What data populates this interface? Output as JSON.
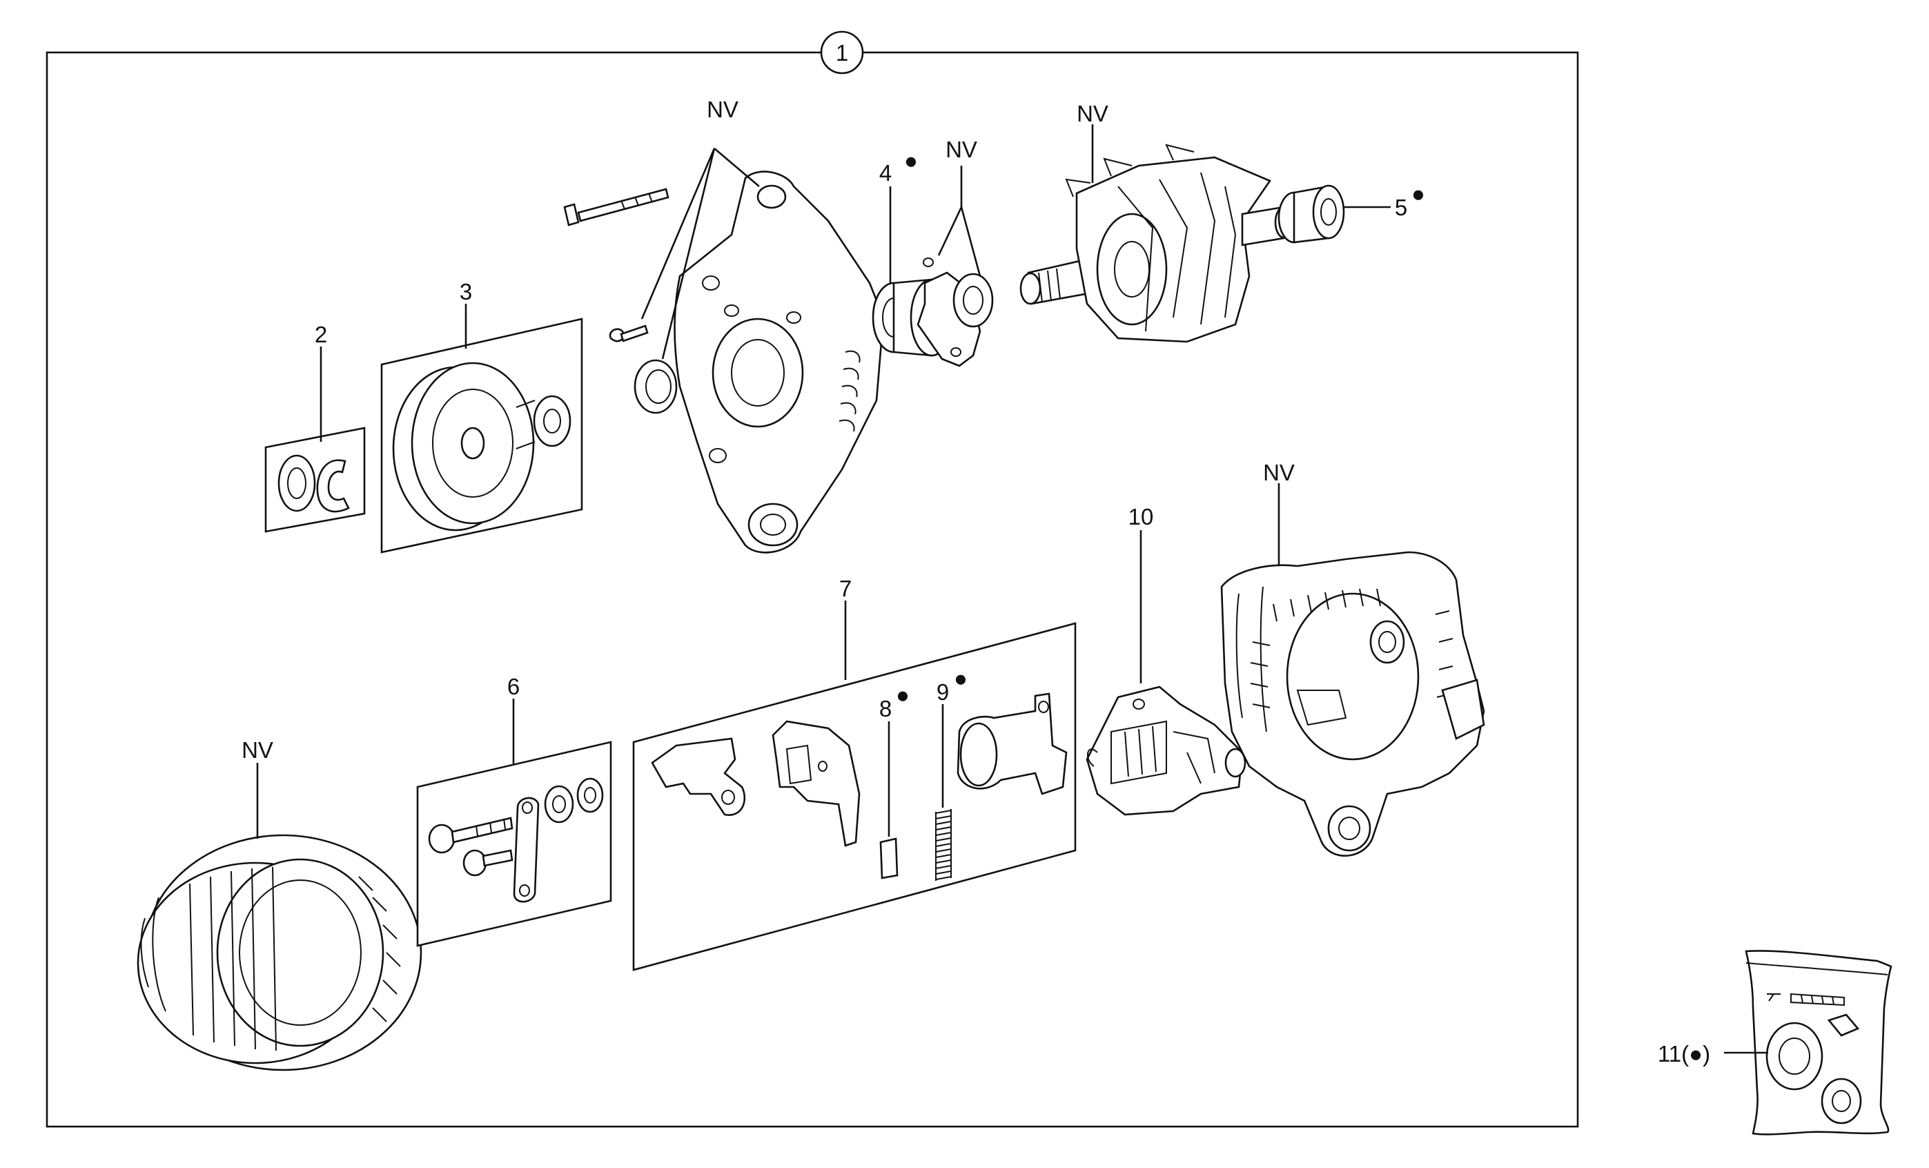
{
  "diagram": {
    "assembly_callout": "1",
    "callouts": {
      "c2": "2",
      "c3": "3",
      "c4": "4",
      "c5": "5",
      "c6": "6",
      "c7": "7",
      "c8": "8",
      "c9": "9",
      "c10": "10",
      "c11": "11(●)"
    },
    "not_available_label": "NV",
    "bullet_marker": "●"
  }
}
